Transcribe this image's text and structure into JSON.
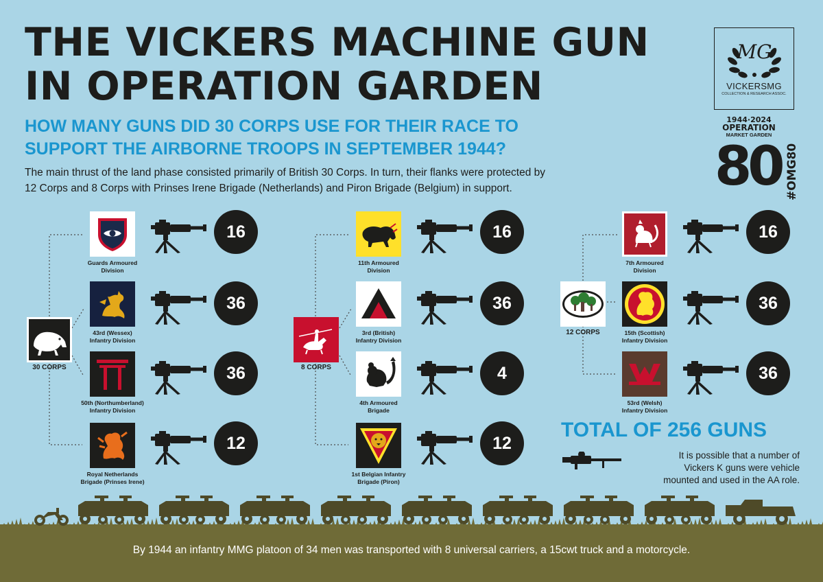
{
  "title": {
    "line1": "THE VICKERS MACHINE GUN",
    "line2": "IN OPERATION GARDEN"
  },
  "subtitle": {
    "line1": "HOW MANY GUNS DID 30 CORPS USE FOR THEIR RACE TO",
    "line2": "SUPPORT THE AIRBORNE TROOPS IN SEPTEMBER 1944?"
  },
  "intro": {
    "line1": "The main thrust of the land phase consisted primarily of British 30 Corps. In turn, their flanks were protected by",
    "line2": "12 Corps and 8 Corps with Prinses Irene Brigade (Netherlands) and Piron Brigade (Belgium) in support."
  },
  "logo": {
    "monogram": "MG",
    "name": "VICKERSMG",
    "sub": "COLLECTION & RESEARCH ASSOC."
  },
  "anniversary": {
    "years": "1944·2024",
    "operation": "OPERATION",
    "market_garden": "MARKET GARDEN",
    "number": "80",
    "hashtag": "#OMG80"
  },
  "corps": [
    {
      "name": "30 CORPS",
      "units": [
        {
          "line1": "Guards Armoured",
          "line2": "Division",
          "guns": "16"
        },
        {
          "line1": "43rd (Wessex)",
          "line2": "Infantry Division",
          "guns": "36"
        },
        {
          "line1": "50th (Northumberland)",
          "line2": "Infantry Division",
          "guns": "36"
        },
        {
          "line1": "Royal Netherlands",
          "line2": "Brigade (Prinses Irene)",
          "guns": "12"
        }
      ]
    },
    {
      "name": "8 CORPS",
      "units": [
        {
          "line1": "11th Armoured",
          "line2": "Division",
          "guns": "16"
        },
        {
          "line1": "3rd (British)",
          "line2": "Infantry Division",
          "guns": "36"
        },
        {
          "line1": "4th Armoured",
          "line2": "Brigade",
          "guns": "4"
        },
        {
          "line1": "1st Belgian Infantry",
          "line2": "Brigade (Piron)",
          "guns": "12"
        }
      ]
    },
    {
      "name": "12 CORPS",
      "units": [
        {
          "line1": "7th Armoured",
          "line2": "Division",
          "guns": "16"
        },
        {
          "line1": "15th (Scottish)",
          "line2": "Infantry Division",
          "guns": "36"
        },
        {
          "line1": "53rd (Welsh)",
          "line2": "Infantry Division",
          "guns": "36"
        }
      ]
    }
  ],
  "total": "TOTAL OF 256 GUNS",
  "note": {
    "line1": "It is possible that a number of",
    "line2": "Vickers K guns were vehicle",
    "line3": "mounted and used in the AA role."
  },
  "footer": "By 1944 an infantry MMG platoon of 34 men was transported with 8 universal carriers, a 15cwt truck and a motorcycle.",
  "colors": {
    "background": "#aad5e6",
    "accent_blue": "#1a96cf",
    "dark": "#1d1d1b",
    "ground": "#6f6b37",
    "vehicle": "#4e4a28"
  }
}
